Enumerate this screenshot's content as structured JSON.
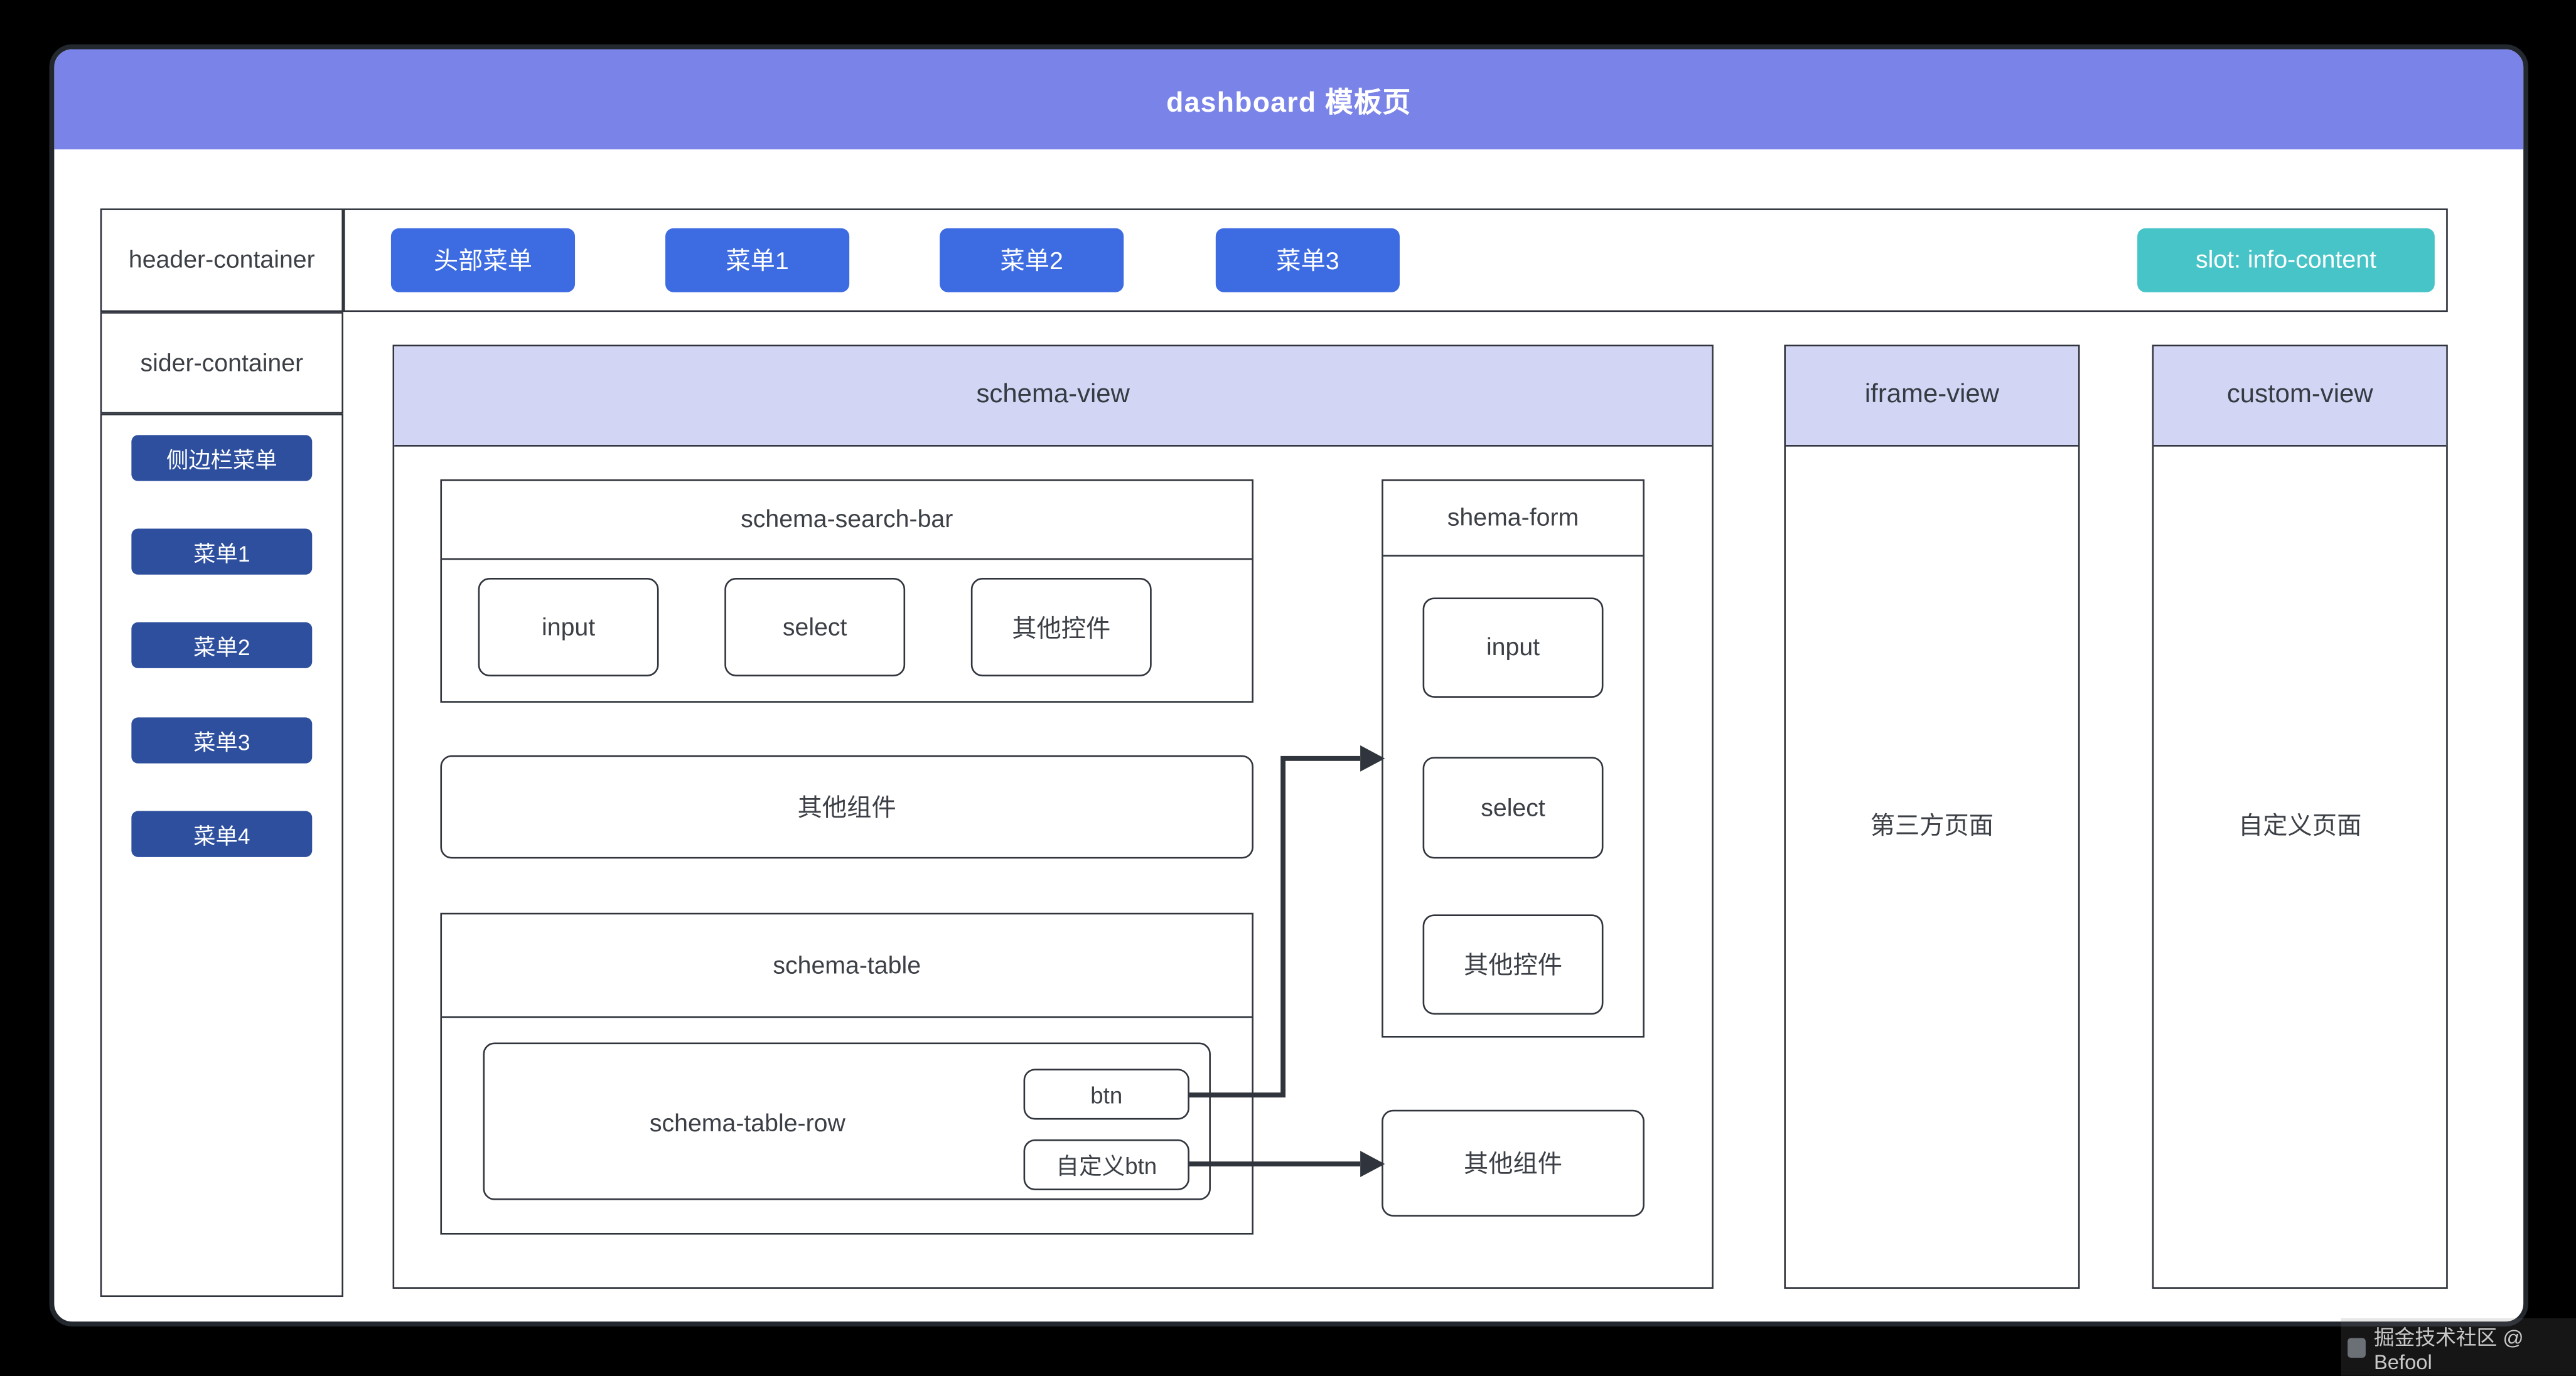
{
  "window": {
    "title": "dashboard 模板页",
    "watermark": "掘金技术社区 @ Befool"
  },
  "header": {
    "label": "header-container",
    "menus": [
      "头部菜单",
      "菜单1",
      "菜单2",
      "菜单3"
    ],
    "slot_label": "slot: info-content"
  },
  "sider": {
    "label": "sider-container",
    "menus": [
      "侧边栏菜单",
      "菜单1",
      "菜单2",
      "菜单3",
      "菜单4"
    ]
  },
  "schema_view": {
    "title": "schema-view",
    "search_bar": {
      "title": "schema-search-bar",
      "controls": [
        "input",
        "select",
        "其他控件"
      ]
    },
    "other_component_label": "其他组件",
    "table": {
      "title": "schema-table",
      "row_label": "schema-table-row",
      "btn_label": "btn",
      "custom_btn_label": "自定义btn"
    },
    "form": {
      "title": "shema-form",
      "controls": [
        "input",
        "select",
        "其他控件"
      ],
      "other_component_label": "其他组件"
    }
  },
  "iframe_view": {
    "title": "iframe-view",
    "content": "第三方页面"
  },
  "custom_view": {
    "title": "custom-view",
    "content": "自定义页面"
  },
  "colors": {
    "title_bar": "#7A83E8",
    "header_button": "#3D6BE1",
    "sider_button": "#2D4F9E",
    "slot_button": "#47C4C8",
    "panel_header": "#D2D6F4",
    "line": "#30343c"
  }
}
